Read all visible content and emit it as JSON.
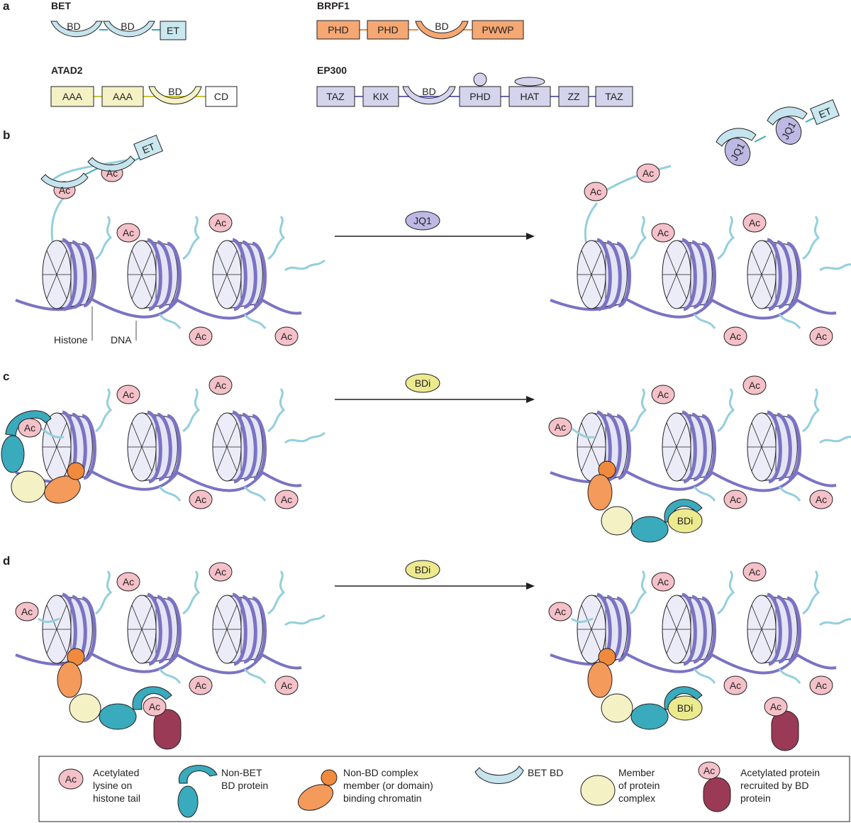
{
  "panels": [
    "a",
    "b",
    "c",
    "d"
  ],
  "proteins": {
    "bet": {
      "name": "BET",
      "domains": [
        "BD",
        "BD",
        "ET"
      ]
    },
    "brpf1": {
      "name": "BRPF1",
      "domains": [
        "PHD",
        "PHD",
        "BD",
        "PWWP"
      ]
    },
    "atad2": {
      "name": "ATAD2",
      "domains": [
        "AAA",
        "AAA",
        "BD",
        "CD"
      ]
    },
    "ep300": {
      "name": "EP300",
      "domains": [
        "TAZ",
        "KIX",
        "BD",
        "PHD",
        "HAT",
        "ZZ",
        "TAZ"
      ]
    }
  },
  "labels": {
    "ac": "Ac",
    "et": "ET",
    "jq1": "JQ1",
    "bdi": "BDi",
    "histone": "Histone",
    "dna": "DNA"
  },
  "legend": [
    [
      "Acetylated",
      "lysine on",
      "histone tail"
    ],
    [
      "Non-BET",
      "BD protein"
    ],
    [
      "Non-BD complex",
      "member (or domain)",
      "binding chromatin"
    ],
    [
      "BET BD"
    ],
    [
      "Member",
      "of protein",
      "complex"
    ],
    [
      "Acetylated protein",
      "recruited by BD",
      "protein"
    ]
  ],
  "colors": {
    "bet_bd": "#c5e4ee",
    "brpf1": "#f5a873",
    "atad2": "#f4f2c4",
    "ep300": "#d4d4ec",
    "et_box": "#c9e8ef",
    "ac": "#f5c1c9",
    "jq1": "#bdb9e4",
    "bdi": "#ecea8f",
    "dna": "#7a73c4",
    "tail": "#93cfdc",
    "histone": "#e3e3f4",
    "non_bet": "#3aaabd",
    "non_bd": "#f49a5a",
    "member": "#f4f1c4",
    "recruited": "#9a3a56"
  }
}
